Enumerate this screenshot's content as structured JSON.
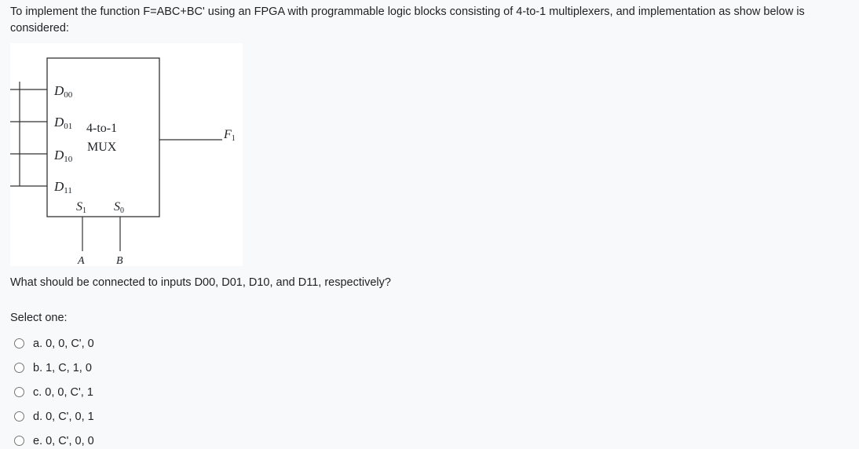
{
  "question": {
    "text": "To implement the function F=ABC+BC' using an FPGA with programmable logic blocks consisting of 4-to-1 multiplexers, and implementation as show below is considered:",
    "prompt": "What should be connected to inputs D00, D01, D10, and D11, respectively?",
    "select_label": "Select one:"
  },
  "diagram": {
    "mux_label_line1": "4-to-1",
    "mux_label_line2": "MUX",
    "inputs": [
      {
        "main": "D",
        "sub": "00"
      },
      {
        "main": "D",
        "sub": "01"
      },
      {
        "main": "D",
        "sub": "10"
      },
      {
        "main": "D",
        "sub": "11"
      }
    ],
    "selects": [
      {
        "main": "S",
        "sub": "1",
        "signal": "A"
      },
      {
        "main": "S",
        "sub": "0",
        "signal": "B"
      }
    ],
    "output": {
      "main": "F",
      "sub": "1"
    }
  },
  "options": [
    {
      "letter": "a.",
      "text": "0, 0, C', 0"
    },
    {
      "letter": "b.",
      "text": "1, C, 1, 0"
    },
    {
      "letter": "c.",
      "text": "0, 0, C', 1"
    },
    {
      "letter": "d.",
      "text": "0, C', 0, 1"
    },
    {
      "letter": "e.",
      "text": "0, C', 0, 0"
    }
  ]
}
